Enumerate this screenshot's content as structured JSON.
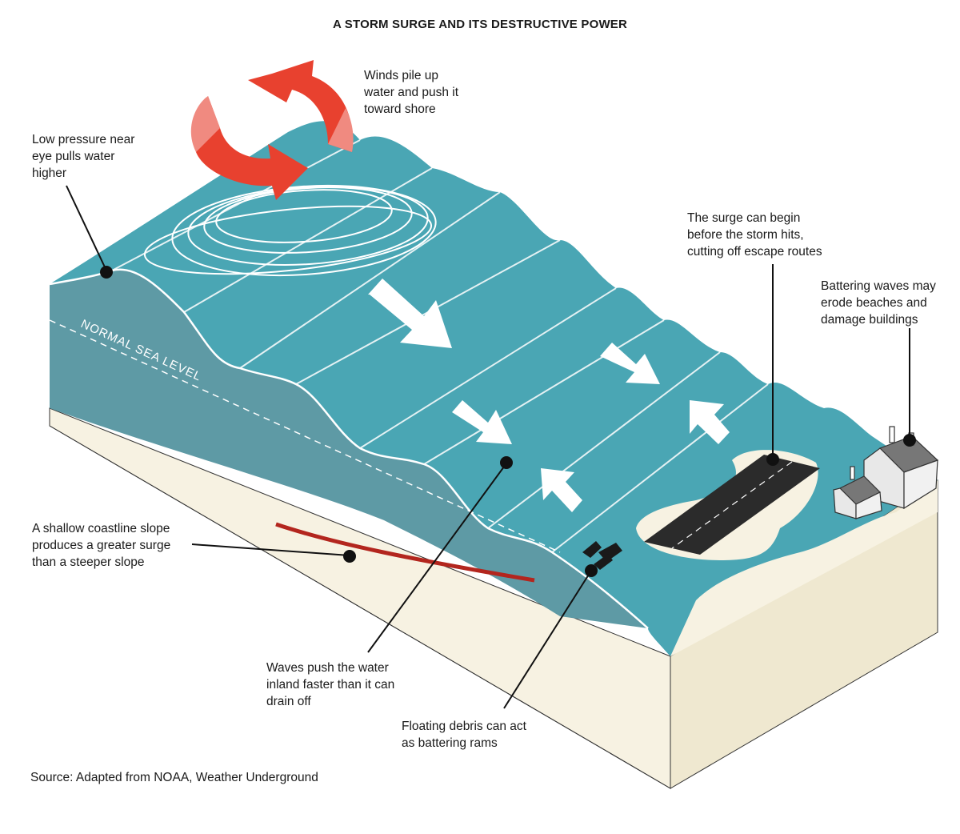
{
  "title": "A STORM SURGE AND ITS DESTRUCTIVE POWER",
  "labels": {
    "low_pressure": "Low pressure near\neye pulls water\nhigher",
    "winds": "Winds pile up\nwater and push it\ntoward shore",
    "surge_begin": "The surge can begin\nbefore the storm hits,\ncutting off escape routes",
    "battering_waves": "Battering waves may\nerode beaches and\ndamage buildings",
    "shallow_slope": "A shallow coastline slope\nproduces a greater surge\nthan a steeper slope",
    "waves_push": "Waves push the water\ninland faster than it can\ndrain off",
    "debris": "Floating debris can act\nas battering rams",
    "normal_sea_level": "NORMAL SEA LEVEL"
  },
  "source": "Source: Adapted from NOAA, Weather Underground",
  "colors": {
    "ocean_top": "#4aa6b4",
    "ocean_side": "#5e9aa5",
    "sand": "#f7f2e2",
    "sand_side": "#efe8d0",
    "wind_arrow": "#e8412f",
    "wind_arrow_light": "#f08a80",
    "slope_line": "#b3261e",
    "road": "#2b2b2b"
  },
  "icons": [
    "wind-rotation-arrow-icon",
    "flow-arrow-icon",
    "house-icon",
    "debris-icon",
    "road-icon"
  ]
}
